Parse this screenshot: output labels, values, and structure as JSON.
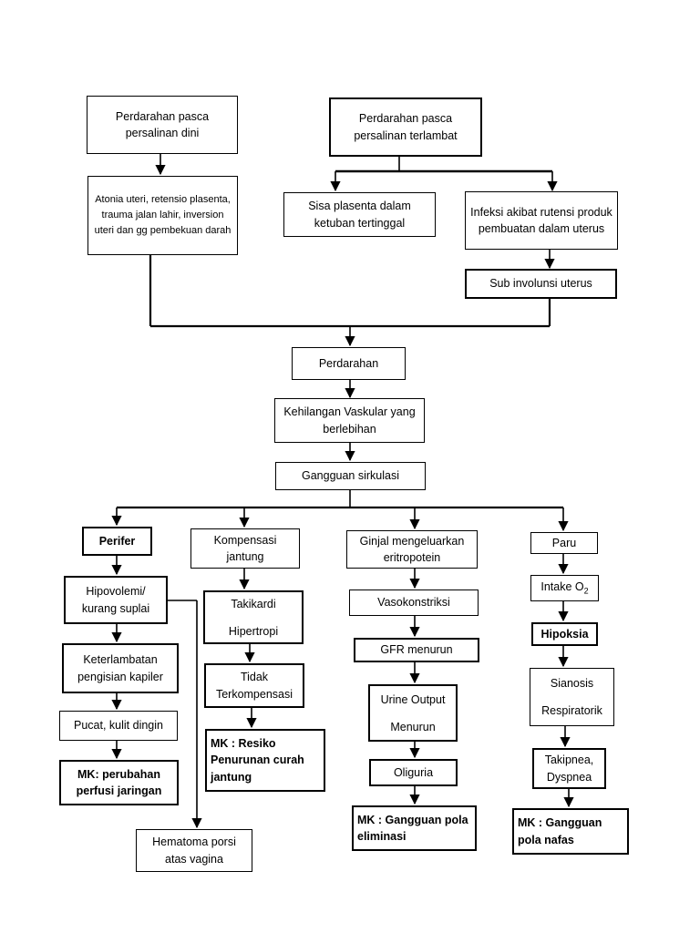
{
  "nodes": {
    "pp_dini": "Perdarahan pasca persalinan dini",
    "pp_terlambat": "Perdarahan pasca persalinan terlambat",
    "atonia": "Atonia uteri, retensio plasenta, trauma jalan lahir, inversion uteri dan gg pembekuan darah",
    "sisa_plasenta": "Sisa plasenta dalam ketuban tertinggal",
    "infeksi": "Infeksi akibat rutensi produk pembuatan dalam uterus",
    "sub_involusi": "Sub involunsi uterus",
    "perdarahan": "Perdarahan",
    "kehilangan": "Kehilangan Vaskular yang berlebihan",
    "gangguan_sirkulasi": "Gangguan sirkulasi",
    "perifer": "Perifer",
    "kompensasi": "Kompensasi jantung",
    "ginjal": "Ginjal mengeluarkan eritropotein",
    "paru": "Paru",
    "hipovolemi": "Hipovolemi/ kurang suplai",
    "takikardi": "Takikardi Hipertropi",
    "vasokonstriksi": "Vasokonstriksi",
    "intake_prefix": "Intake O",
    "intake_sub": "2",
    "keterlambatan": "Keterlambatan pengisian kapiler",
    "tidak_terkompensasi": "Tidak Terkompensasi",
    "gfr": "GFR menurun",
    "hipoksia": "Hipoksia",
    "pucat": "Pucat, kulit dingin",
    "urine": "Urine Output Menurun",
    "sianosis": "Sianosis Respiratorik",
    "mk_perfusi": "MK: perubahan perfusi jaringan",
    "mk_jantung": "MK : Resiko Penurunan curah jantung",
    "oliguria": "Oliguria",
    "takipnea": "Takipnea, Dyspnea",
    "mk_eliminasi": "MK : Gangguan pola eliminasi",
    "mk_nafas": "MK : Gangguan pola nafas",
    "hematoma": "Hematoma porsi atas vagina"
  }
}
